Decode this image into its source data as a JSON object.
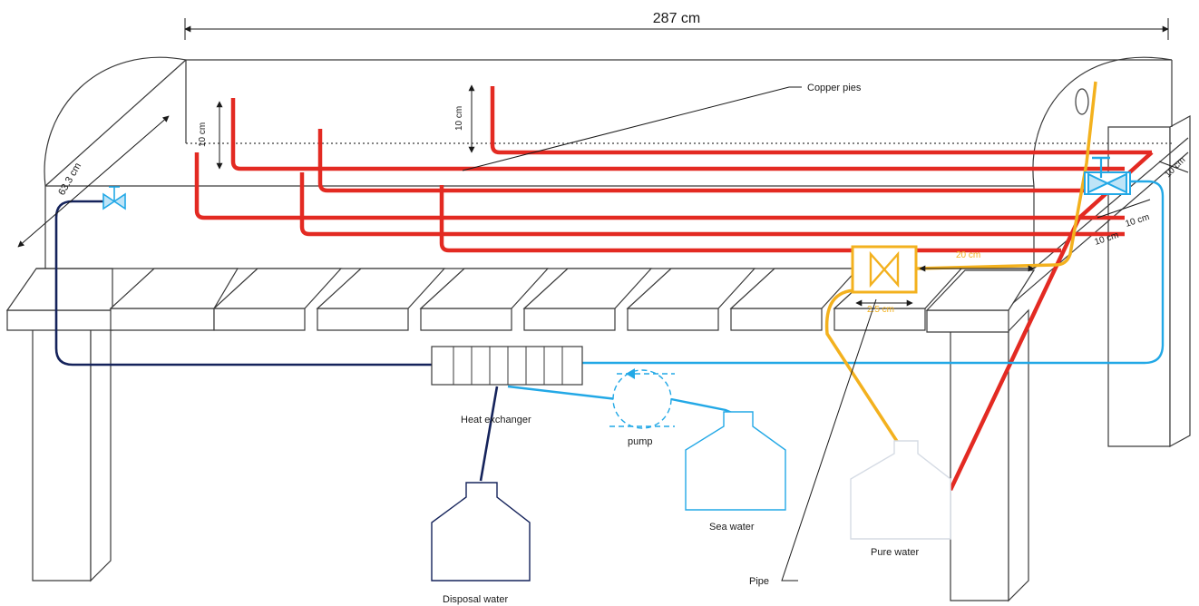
{
  "labels": {
    "copper": "Copper pies",
    "heat_exchanger": "Heat exchanger",
    "pump": "pump",
    "sea_water": "Sea water",
    "pure_water": "Pure water",
    "disposal_water": "Disposal water",
    "pipe": "Pipe"
  },
  "dimensions": {
    "length": "287 cm",
    "width": "63.3 cm",
    "pipe_rise_left": "10 cm",
    "pipe_rise_mid": "10 cm",
    "pipe_spacing_a": "10 cm",
    "pipe_spacing_b": "10 cm",
    "pipe_spacing_c": "10 cm",
    "collector_gap": "20 cm",
    "collector_width": "2.5 cm"
  },
  "colors": {
    "copper_pipe": "#e32a22",
    "pure_water_line": "#f3b11e",
    "sea_water_line": "#22a8e6",
    "disposal_line": "#15235b"
  }
}
